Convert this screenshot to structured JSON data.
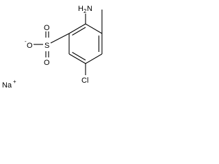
{
  "molecule": {
    "atoms": {
      "amino_h": "H",
      "amino_sub": "2",
      "amino_n": "N",
      "oxygen_top": "O",
      "oxygen_bottom": "O",
      "oxygen_charge": "-",
      "sulfur": "S",
      "chlorine": "Cl",
      "sodium": "Na",
      "sodium_charge": "+"
    }
  }
}
